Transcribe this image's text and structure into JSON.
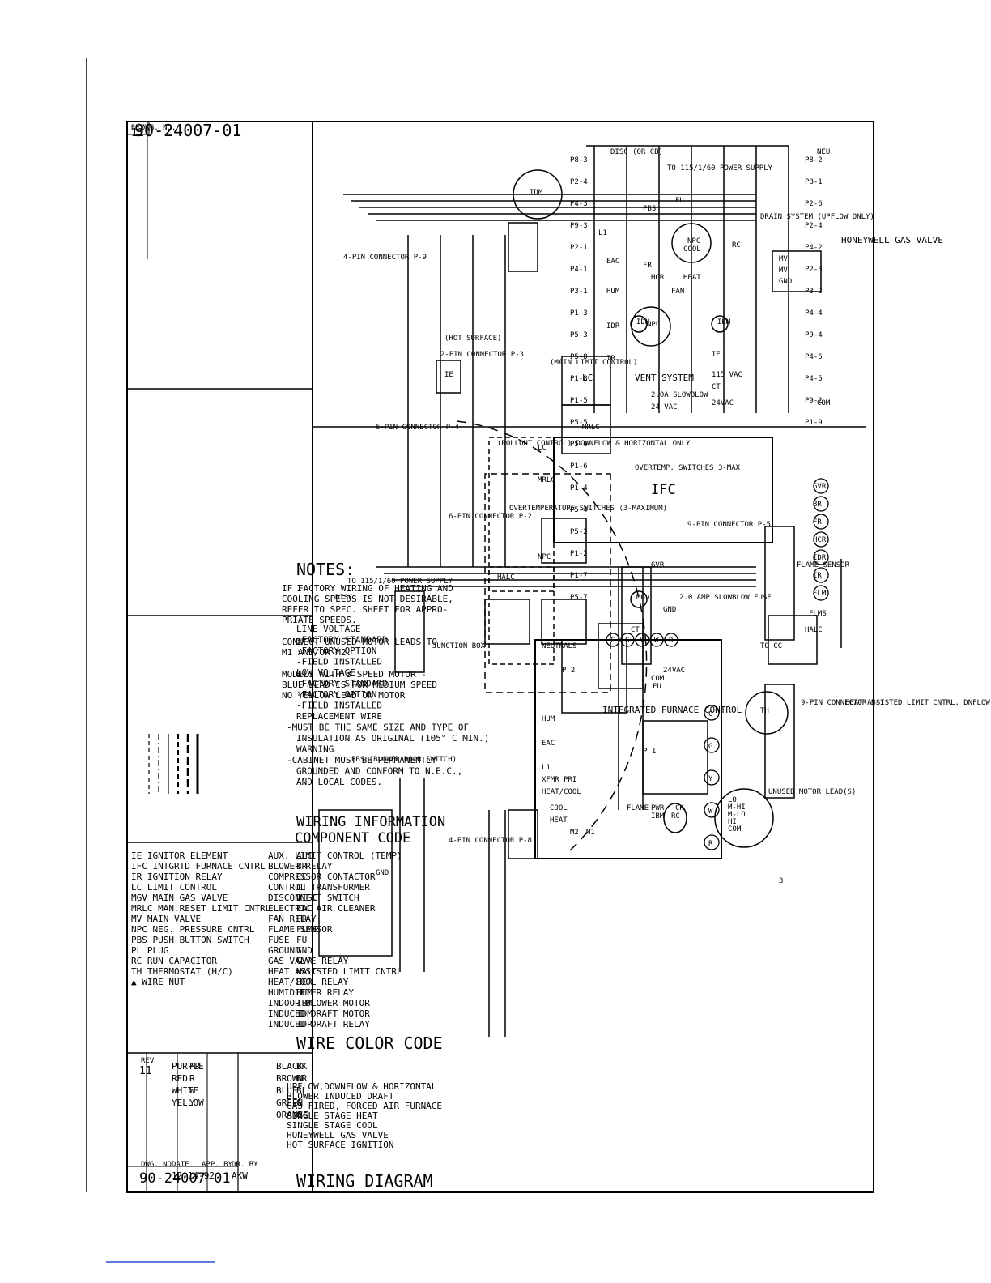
{
  "drawing": {
    "dwg_no_label": "DWG. NO.",
    "dwg_no": "90-24007-01",
    "rev_label": "REV",
    "rev": "11"
  },
  "component_code": {
    "title": "COMPONENT CODE",
    "col1": [
      [
        "ALC",
        "AUX. LIMIT CONTROL (TEMP)"
      ],
      [
        "BR",
        "BLOWER RELAY"
      ],
      [
        "CC",
        "COMPRESSOR CONTACTOR"
      ],
      [
        "CT",
        "CONTROL TRANSFORMER"
      ],
      [
        "DISC",
        "DISCONNECT SWITCH"
      ],
      [
        "EAC",
        "ELECTRIC AIR CLEANER"
      ],
      [
        "FR",
        "FAN RELAY"
      ],
      [
        "FLMS",
        "FLAME SENSOR"
      ],
      [
        "FU",
        "FUSE"
      ],
      [
        "GND",
        "GROUND"
      ],
      [
        "GVR",
        "GAS VALVE RELAY"
      ],
      [
        "HALC",
        "HEAT ASSISTED LIMIT CNTRL"
      ],
      [
        "HCR",
        "HEAT/COOL RELAY"
      ],
      [
        "HUM",
        "HUMIDIFIER RELAY"
      ],
      [
        "IBM",
        "INDOOR BLOWER MOTOR"
      ],
      [
        "IDM",
        "INDUCED DRAFT MOTOR"
      ],
      [
        "IDR",
        "INDUCED DRAFT RELAY"
      ]
    ],
    "col2": [
      [
        "IE",
        "IGNITOR ELEMENT"
      ],
      [
        "IFC",
        "INTGRTD FURNACE CNTRL"
      ],
      [
        "IR",
        "IGNITION RELAY"
      ],
      [
        "LC",
        "LIMIT CONTROL"
      ],
      [
        "MGV",
        "MAIN GAS VALVE"
      ],
      [
        "MRLC",
        "MAN.RESET LIMIT CNTRL"
      ],
      [
        "MV",
        "MAIN VALVE"
      ],
      [
        "NPC",
        "NEG. PRESSURE CNTRL"
      ],
      [
        "PBS",
        "PUSH BUTTON SWITCH"
      ],
      [
        "PL",
        "PLUG"
      ],
      [
        "RC",
        "RUN CAPACITOR"
      ],
      [
        "TH",
        "THERMOSTAT (H/C)"
      ],
      [
        "▲",
        "WIRE NUT"
      ]
    ]
  },
  "notes": {
    "title": "NOTES:",
    "items": [
      [
        "1.",
        "IF FACTORY WIRING OF HEATING AND",
        "COOLING SPEEDS IS NOT DESIRABLE,",
        "REFER TO SPEC. SHEET FOR APPRO-",
        "PRIATE SPEEDS."
      ],
      [
        "2.",
        "CONNECT UNUSED MOTOR LEADS TO",
        "M1 AND/OR M2."
      ],
      [
        "3.",
        "MODELS WITH 3 SPEED MOTOR -",
        "BLUE LEAD IS FOR MEDIUM SPEED",
        "NO YELLOW LEAD ON MOTOR"
      ]
    ]
  },
  "wiring_info": {
    "title": "WIRING INFORMATION",
    "lines": [
      "LINE VOLTAGE",
      "-FACTORY STANDARD",
      "-FACTORY OPTION",
      "-FIELD INSTALLED",
      "LOW VOLTAGE",
      "-FACTORY STANDARD",
      "-FACTORY OPTION",
      "-FIELD INSTALLED",
      "REPLACEMENT WIRE",
      "-MUST BE THE SAME SIZE AND TYPE OF",
      "INSULATION AS ORIGINAL (105° C MIN.)",
      "WARNING",
      "-CABINET MUST BE PERMANENTLY",
      "GROUNDED AND CONFORM TO N.E.C.,",
      "AND LOCAL CODES."
    ]
  },
  "wire_color_code": {
    "title": "WIRE COLOR CODE",
    "col1": [
      [
        "BK",
        "BLACK"
      ],
      [
        "BR",
        "BROWN"
      ],
      [
        "BL",
        "BLUE"
      ],
      [
        "G",
        "GREEN"
      ],
      [
        "O",
        "ORANGE"
      ]
    ],
    "col2": [
      [
        "PR",
        "PURPLE"
      ],
      [
        "R",
        "RED"
      ],
      [
        "W",
        "WHITE"
      ],
      [
        "Y",
        "YELLOW"
      ]
    ]
  },
  "wiring_diagram": {
    "title": "WIRING DIAGRAM",
    "lines": [
      "UPFLOW,DOWNFLOW & HORIZONTAL",
      "BLOWER INDUCED DRAFT",
      "GAS FIRED, FORCED AIR FURNACE",
      "SINGLE STAGE HEAT",
      "SINGLE STAGE COOL",
      "HONEYWELL GAS VALVE",
      "HOT SURFACE IGNITION"
    ],
    "title_block": {
      "dr_by_label": "DR. BY",
      "dr_by": "AKW",
      "app_by_label": "APP. BY",
      "date_label": "DATE",
      "date": "12-14-92",
      "dwg_no_label": "DWG. NO.",
      "dwg_no": "90-24007-01",
      "rev_label": "REV",
      "rev": "11"
    }
  },
  "connection_diagram": {
    "honeywell_valve": "HONEYWELL GAS VALVE",
    "valve_terms": [
      "MV",
      "MV",
      "GND"
    ],
    "drain_system": "DRAIN SYSTEM (UPFLOW ONLY)",
    "npc": "NPC",
    "vent_system": "VENT SYSTEM",
    "lc": "LC",
    "main_limit": "(MAIN LIMIT CONTROL)",
    "mrlc": "MRLC",
    "rollout": "(ROLLOUT CONTROL) DOWNFLOW & HORIZONTAL ONLY",
    "overtemp": "OVERTEMPERATURE SWITCHES (3-MAXIMUM)",
    "ie": "IE",
    "hot_surface": "(HOT SURFACE)",
    "idm": "IDM",
    "rc": "RC",
    "ibm": "IBM",
    "flame_sensor": "FLAME SENSOR",
    "halc": "HALC",
    "halc_note": "HEAT ASSISTED LIMIT CNTRL. DNFLOW & HORIZONTAL ONLY",
    "p1": "9-PIN CONNECTOR P-1",
    "p5": "9-PIN CONNECTOR P-5",
    "p2": "6-PIN CONNECTOR P-2",
    "p4": "6-PIN CONNECTOR P-4",
    "p3": "2-PIN CONNECTOR P-3",
    "p9": "4-PIN CONNECTOR P-9",
    "p8": "4-PIN CONNECTOR P-8",
    "th": "TH",
    "to_cc": "TO CC",
    "fuse": "2.0 AMP SLOWBLOW FUSE",
    "ct": "CT",
    "ifc": "INTEGRATED FURNACE CONTROL",
    "p1_label": "P 1",
    "p2_label": "P 2",
    "vac24": "24VAC",
    "com": "COM",
    "fu": "FU",
    "neutrals": "NEUTRALS",
    "hum": "HUM",
    "eac": "EAC",
    "l1": "L1",
    "xfmr": "XFMR PRI",
    "heatcool": "HEAT/COOL",
    "m1": "M1",
    "m2": "M2",
    "cool": "COOL",
    "heat": "HEAT",
    "lt_ck": "CK",
    "lt_pwr": "PWR",
    "lt_flame": "FLAME",
    "unused": "UNUSED MOTOR LEAD(S)",
    "junction": "JUNCTION BOX",
    "pbs": "PBS (BLOWER DOOR SWITCH)",
    "gnd": "GND",
    "power_supply": "TO 115/1/60 POWER SUPPLY",
    "disc": "DISC",
    "terms": [
      "R",
      "W",
      "Y",
      "G",
      "C"
    ],
    "motor_terms": [
      "LO",
      "M-HI",
      "M-LO",
      "HI",
      "COM"
    ],
    "note3": "3"
  },
  "ladder_diagram": {
    "disc_label": "DISC (OR CB)",
    "power": "TO 115/1/60 POWER SUPPLY",
    "l1": "L1",
    "neu": "NEU",
    "pbs": "PBS",
    "fu": "FU",
    "eac": "EAC",
    "hum": "HUM",
    "idr": "IDR",
    "ir": "IR",
    "fr": "FR",
    "fan": "FAN",
    "hcr": "HCR",
    "heat": "HEAT",
    "cool": "COOL",
    "rc": "RC",
    "ibm": "IBM",
    "idm": "IDM",
    "ie": "IE",
    "vac115": "115 VAC",
    "vac24": "24VAC",
    "vac24b": "24 VAC",
    "ct": "CT",
    "fuse": "2.0A SLOWBLOW",
    "com": "COM",
    "ifc": "IFC",
    "gnd": "GND",
    "lc": "LC",
    "mrlc": "MRLC",
    "overtemp": "OVERTEMP. SWITCHES 3-MAX",
    "npc": "NPC",
    "halc": "HALC",
    "mgv": "MGV",
    "gvr": "GVR",
    "relays": [
      "GVR",
      "BR",
      "FR",
      "HCR",
      "IDR",
      "IR",
      "FLM"
    ],
    "flms": "FLMS",
    "terms": [
      "R",
      "W",
      "Y",
      "G",
      "C"
    ],
    "pins_top": [
      "P8-2",
      "P8-1",
      "P2-6",
      "P2-4",
      "P4-2",
      "P2-3",
      "P3-2",
      "P4-4",
      "P9-4",
      "P4-6",
      "P4-5",
      "P9-2",
      "P1-9"
    ],
    "pins_mid": [
      "P8-3",
      "P2-4",
      "P4-3",
      "P9-3",
      "P2-1",
      "P4-1",
      "P3-1",
      "P1-3",
      "P5-3",
      "P5-8",
      "P1-8",
      "P1-5",
      "P5-5",
      "P5-6",
      "P1-6",
      "P1-4",
      "P5-4",
      "P5-2",
      "P1-2",
      "P1-7",
      "P5-7"
    ]
  }
}
